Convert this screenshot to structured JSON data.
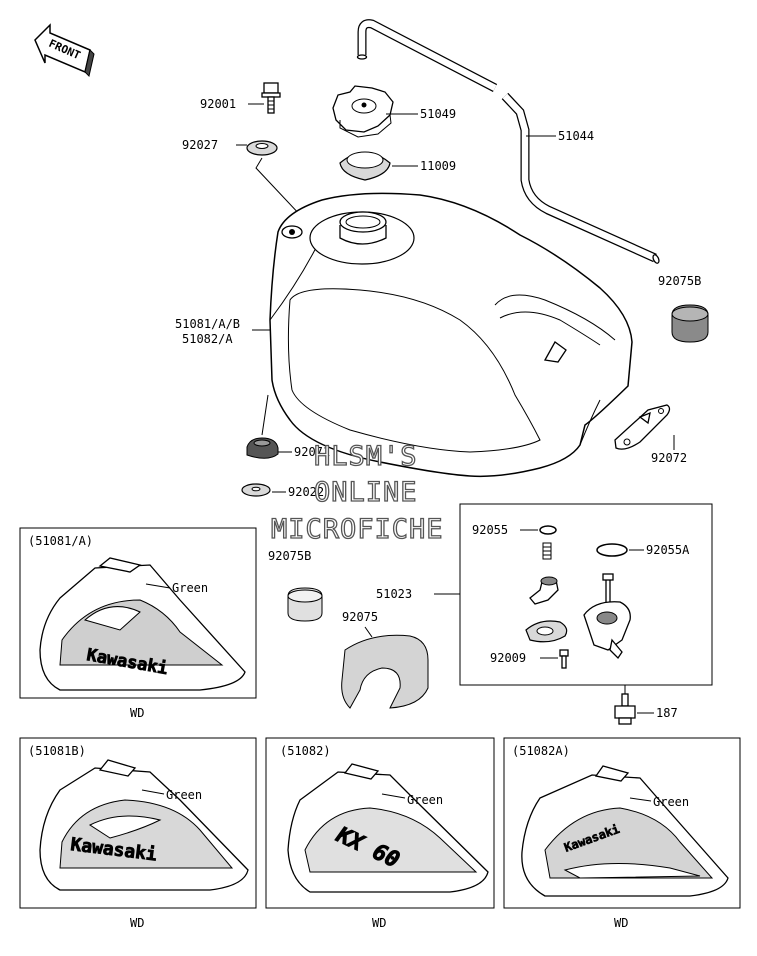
{
  "diagram": {
    "front_arrow": "FRONT",
    "parts": {
      "p92001": "92001",
      "p92027": "92027",
      "p51049": "51049",
      "p11009": "11009",
      "p51044": "51044",
      "p92075B_top": "92075B",
      "p51081": "51081/A/B",
      "p51082": "51082/A",
      "p92071": "92071",
      "p92022": "92022",
      "p92072": "92072",
      "p92055": "92055",
      "p92055A": "92055A",
      "p92075B_mid": "92075B",
      "p51023": "51023",
      "p92075": "92075",
      "p92009": "92009",
      "p187": "187"
    },
    "watermark": [
      "HLSM'S",
      "ONLINE",
      "MICROFICHE"
    ],
    "panels": [
      {
        "title": "(51081/A)",
        "color_label": "Green",
        "logo": "Kawasaki",
        "code": "WD"
      },
      {
        "title": "(51081B)",
        "color_label": "Green",
        "logo": "Kawasaki",
        "code": "WD"
      },
      {
        "title": "(51082)",
        "color_label": "Green",
        "logo": "KX 60",
        "code": "WD"
      },
      {
        "title": "(51082A)",
        "color_label": "Green",
        "logo": "Kawasaki",
        "code": "WD"
      }
    ]
  }
}
